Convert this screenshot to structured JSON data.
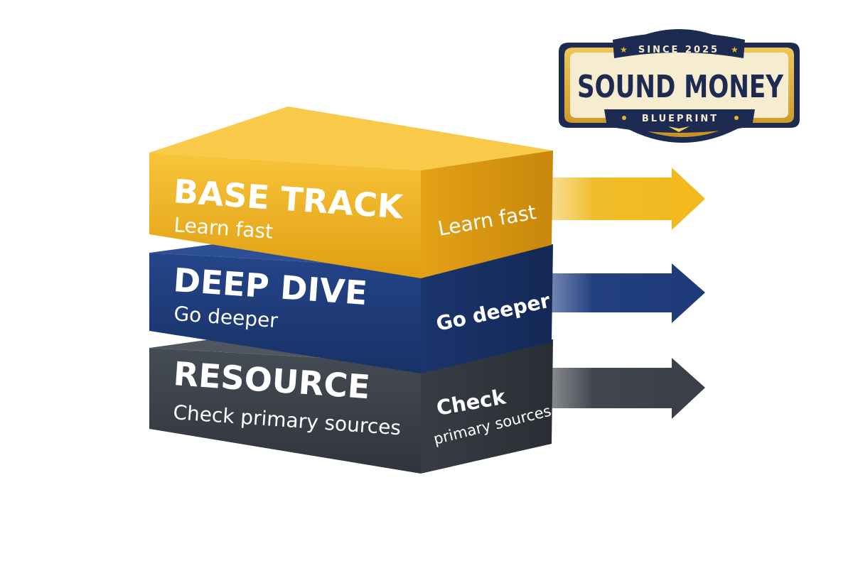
{
  "badge": {
    "top_text": "SINCE 2025",
    "title": "SOUND MONEY",
    "bottom_text": "BLUEPRINT",
    "colors": {
      "navy": "#1d2a52",
      "gold": "#e6b332",
      "cream": "#f6ecd0"
    }
  },
  "layers": [
    {
      "title": "BASE TRACK",
      "subtitle": "Learn fast",
      "side_label": "Learn fast",
      "color": "#f2b21e"
    },
    {
      "title": "DEEP DIVE",
      "subtitle": "Go deeper",
      "side_label": "Go deeper",
      "color": "#1f3b7a"
    },
    {
      "title": "RESOURCE",
      "subtitle": "Check primary sources",
      "side_label_line1": "Check",
      "side_label_line2": "primary sources",
      "color": "#3a3f47"
    }
  ]
}
